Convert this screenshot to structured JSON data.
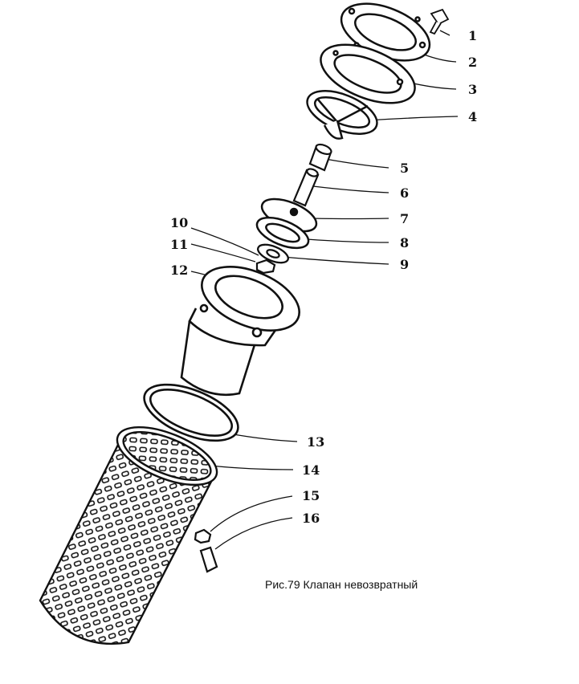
{
  "caption": "Рис.79 Клапан невозвратный",
  "callouts": [
    "1",
    "2",
    "3",
    "4",
    "5",
    "6",
    "7",
    "8",
    "9",
    "10",
    "11",
    "12",
    "13",
    "14",
    "15",
    "16"
  ],
  "colors": {
    "ink": "#111111",
    "paper": "#ffffff"
  }
}
